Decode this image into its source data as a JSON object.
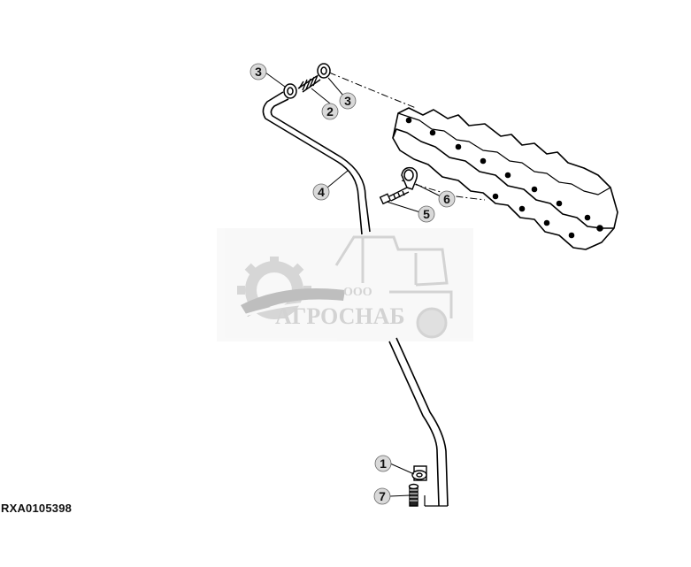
{
  "drawing": {
    "code": "RXA0105398",
    "callouts": [
      "1",
      "2",
      "3",
      "3",
      "4",
      "5",
      "6",
      "7"
    ]
  },
  "watermark": {
    "prefix": "ООО",
    "brand": "АГРОСНАБ"
  }
}
